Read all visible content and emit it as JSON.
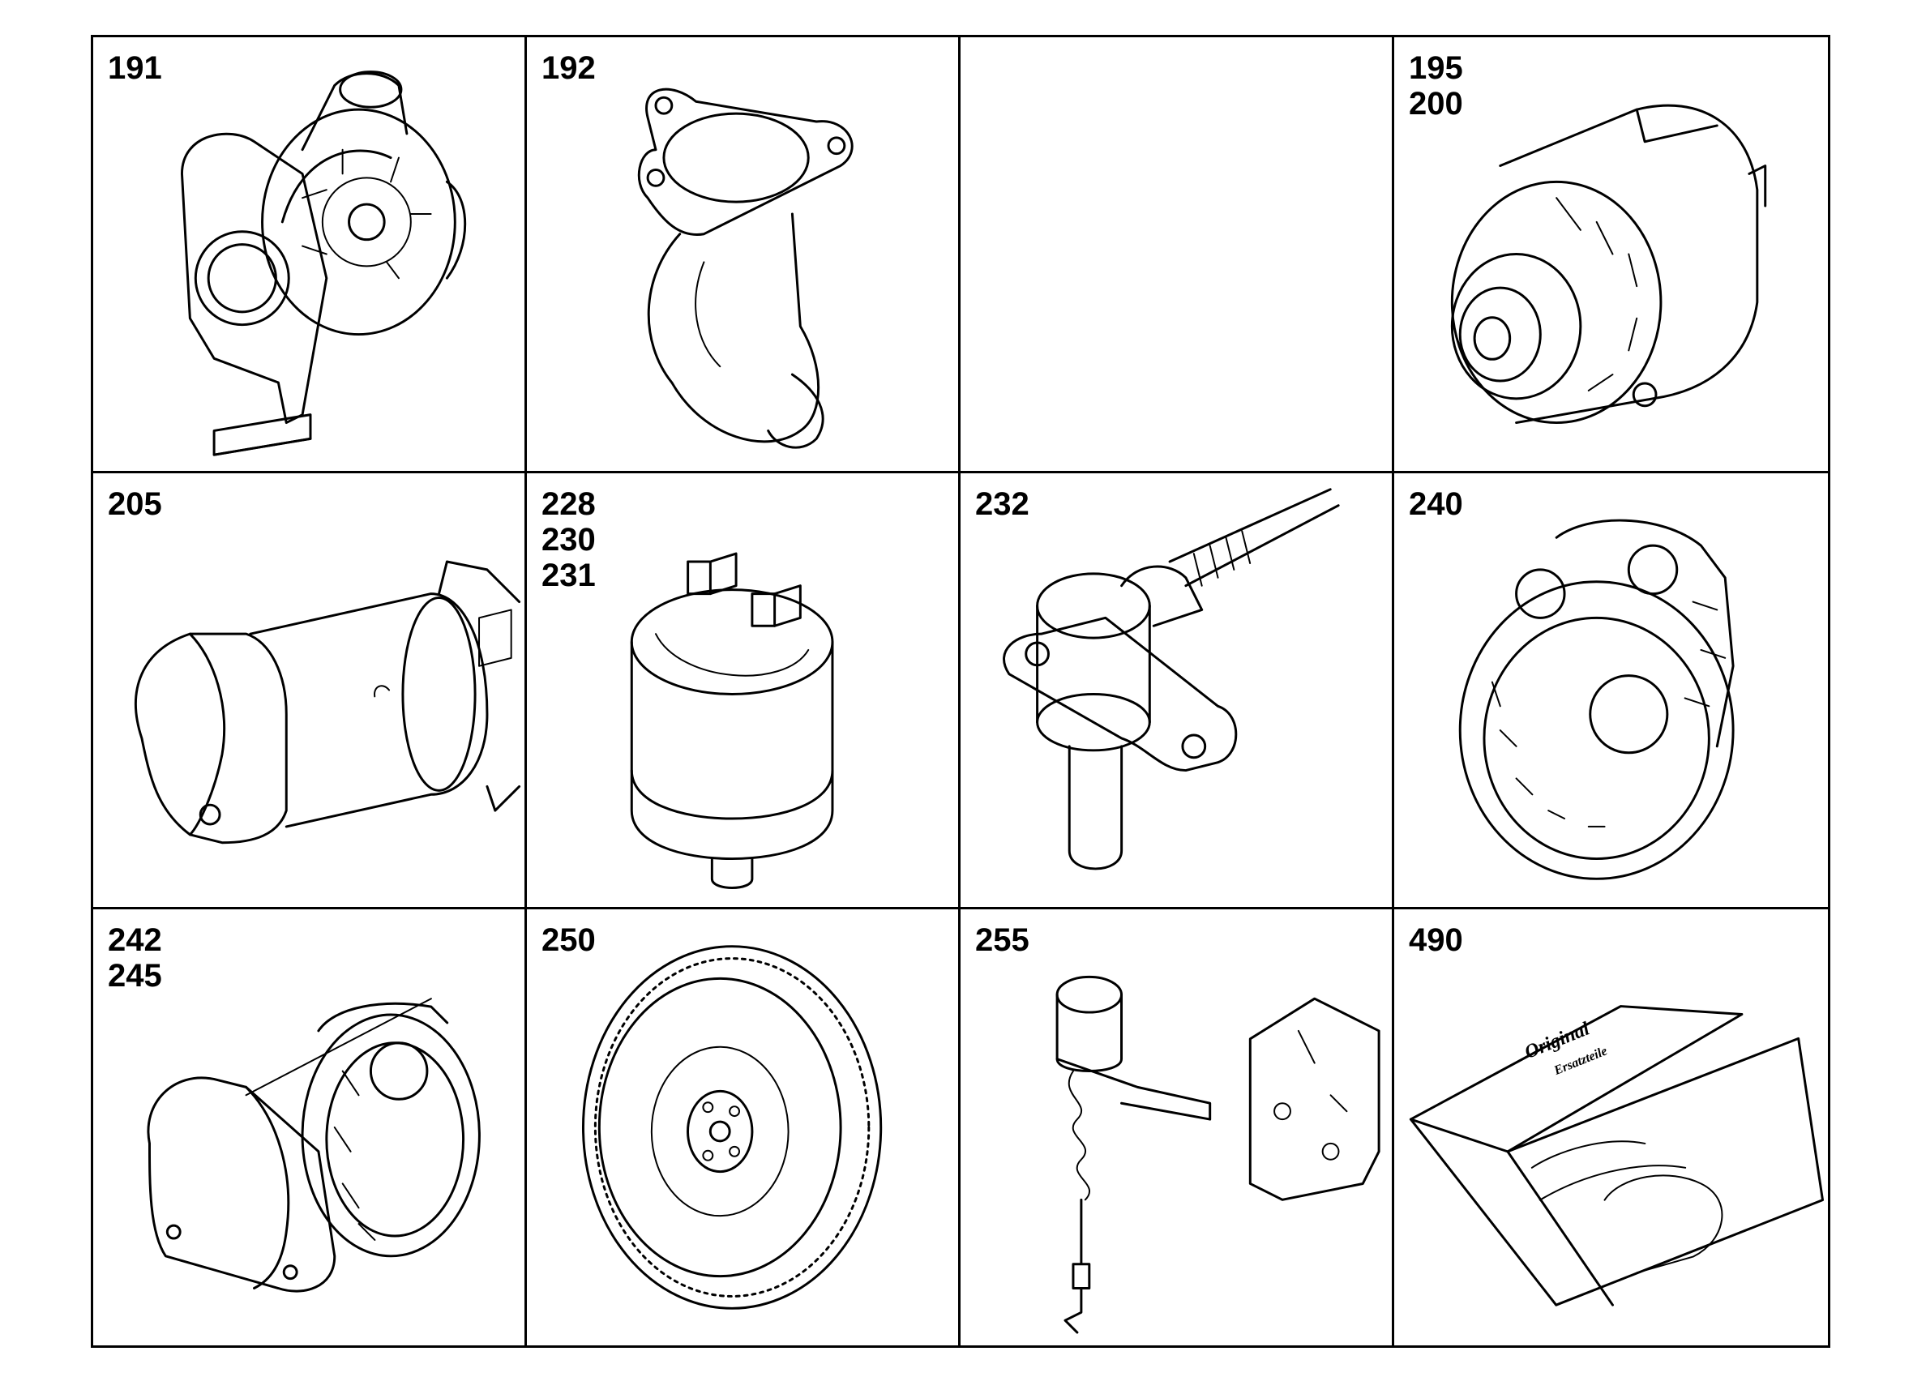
{
  "cells": [
    {
      "labels": "191",
      "icon": "turbocharger-icon"
    },
    {
      "labels": "192",
      "icon": "exhaust-elbow-icon"
    },
    {
      "labels": "",
      "icon": ""
    },
    {
      "labels": "195\n200",
      "icon": "alternator-icon"
    },
    {
      "labels": "205",
      "icon": "starter-motor-icon"
    },
    {
      "labels": "228\n230\n231",
      "icon": "pressure-sender-icon"
    },
    {
      "labels": "232",
      "icon": "speed-sensor-icon"
    },
    {
      "labels": "240",
      "icon": "flywheel-housing-icon"
    },
    {
      "labels": "242\n245",
      "icon": "housing-cover-icon"
    },
    {
      "labels": "250",
      "icon": "flywheel-icon"
    },
    {
      "labels": "255",
      "icon": "stop-solenoid-icon"
    },
    {
      "labels": "490",
      "icon": "gasket-kit-icon"
    }
  ],
  "kit_text": {
    "line1": "Original",
    "line2": "Ersatzteile"
  }
}
